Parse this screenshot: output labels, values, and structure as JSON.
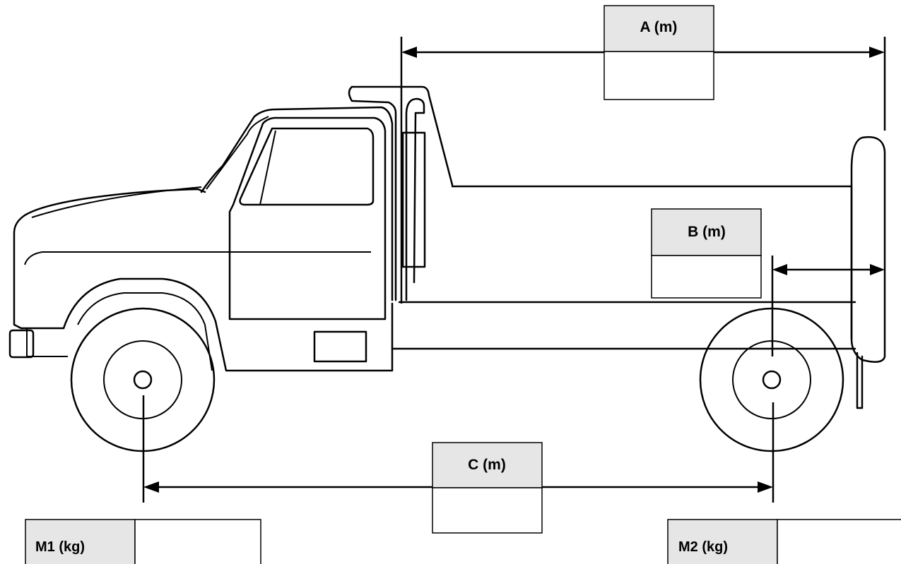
{
  "dimensions": {
    "a_label": "A (m)",
    "a_value": "",
    "b_label": "B (m)",
    "b_value": "",
    "c_label": "C (m)",
    "c_value": ""
  },
  "masses": {
    "m1_label": "M1 (kg)",
    "m1_value": "",
    "m2_label": "M2 (kg)",
    "m2_value": ""
  }
}
